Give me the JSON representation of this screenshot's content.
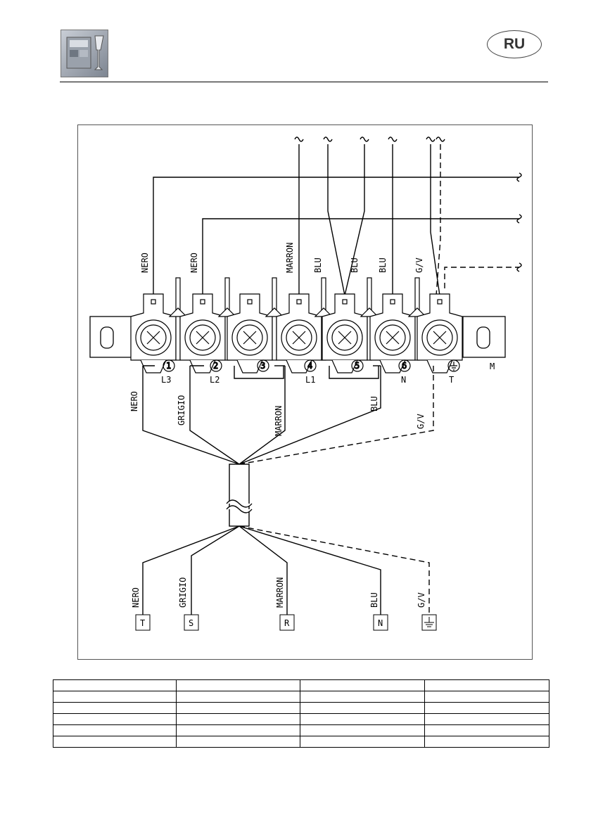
{
  "header": {
    "lang_badge": "RU"
  },
  "terminal_block": {
    "numbers": [
      "1",
      "2",
      "3",
      "4",
      "5",
      "6"
    ],
    "phase_labels": [
      "L3",
      "L2",
      "L1",
      "N",
      "T"
    ],
    "block_label": "M"
  },
  "upper_wire_labels": [
    "NERO",
    "NERO",
    "MARRON",
    "BLU",
    "BLU",
    "BLU",
    "G/V"
  ],
  "lower_wire_labels": [
    "NERO",
    "GRIGIO",
    "MARRON",
    "BLU",
    "G/V"
  ],
  "cable_end_labels": [
    "NERO",
    "GRIGIO",
    "MARRON",
    "BLU",
    "G/V"
  ],
  "cable_end_terminals": [
    "T",
    "S",
    "R",
    "N"
  ],
  "colors": {
    "line": "#000000",
    "frame": "#555555",
    "block_fill": "#ffffff"
  },
  "icons": [
    "logo-icon",
    "ground-icon",
    "screw-icon"
  ],
  "table": {
    "rows": 6,
    "cols": 4
  }
}
